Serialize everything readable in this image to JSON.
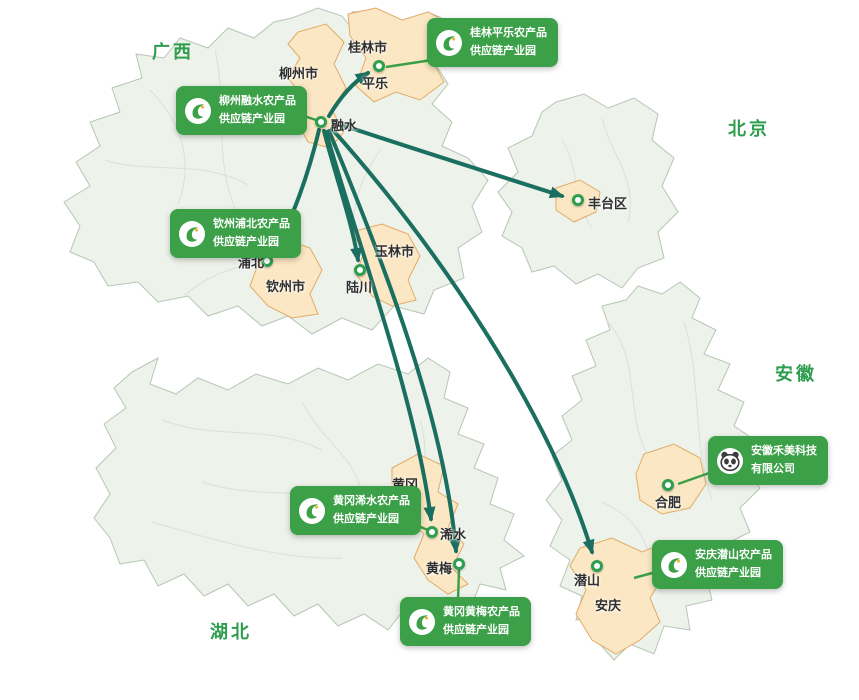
{
  "provinces": {
    "guangxi": {
      "label": "广西"
    },
    "beijing": {
      "label": "北京"
    },
    "anhui": {
      "label": "安徽"
    },
    "hubei": {
      "label": "湖北"
    }
  },
  "places": {
    "liuzhou": {
      "label": "柳州市"
    },
    "guilin": {
      "label": "桂林市"
    },
    "pingle": {
      "label": "平乐"
    },
    "rongshui": {
      "label": "融水"
    },
    "pubei": {
      "label": "浦北"
    },
    "qinzhou": {
      "label": "钦州市"
    },
    "luchuan": {
      "label": "陆川"
    },
    "yulinshi": {
      "label": "玉林市"
    },
    "fengtai": {
      "label": "丰台区"
    },
    "hefei": {
      "label": "合肥"
    },
    "qianshan": {
      "label": "潜山"
    },
    "anqing": {
      "label": "安庆"
    },
    "huanggang": {
      "label": "黄冈"
    },
    "xishui": {
      "label": "浠水"
    },
    "huangmei": {
      "label": "黄梅"
    }
  },
  "callouts": {
    "guilin_pingle": {
      "line1": "桂林平乐农产品",
      "line2": "供应链产业园"
    },
    "liuzhou_rongshui": {
      "line1": "柳州融水农产品",
      "line2": "供应链产业园"
    },
    "qinzhou_pubei": {
      "line1": "钦州浦北农产品",
      "line2": "供应链产业园"
    },
    "huanggang_xishui": {
      "line1": "黄冈浠水农产品",
      "line2": "供应链产业园"
    },
    "huanggang_huangmei": {
      "line1": "黄冈黄梅农产品",
      "line2": "供应链产业园"
    },
    "anqing_qianshan": {
      "line1": "安庆潜山农产品",
      "line2": "供应链产业园"
    },
    "anhui_hemei": {
      "line1": "安徽禾美科技",
      "line2": "有限公司"
    }
  },
  "routes": [
    {
      "from": "融水",
      "to": "平乐"
    },
    {
      "from": "融水",
      "to": "丰台区"
    },
    {
      "from": "融水",
      "to": "浦北"
    },
    {
      "from": "融水",
      "to": "陆川"
    },
    {
      "from": "融水",
      "to": "浠水"
    },
    {
      "from": "融水",
      "to": "黄梅"
    },
    {
      "from": "融水",
      "to": "潜山"
    }
  ],
  "colors": {
    "callout_green": "#3ba047",
    "arrow_teal": "#1b6f60",
    "province_fill": "#edf2ea",
    "province_stroke": "#b7c6b4",
    "highlight_fill": "#fbe7c3",
    "highlight_stroke": "#e2ab67",
    "province_label_green": "#2e9d4e",
    "place_label_dark": "#2f2f2f"
  }
}
